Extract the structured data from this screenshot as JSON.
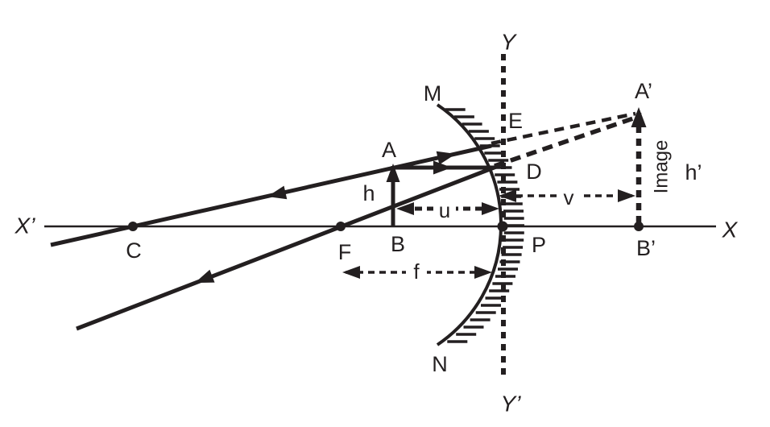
{
  "colors": {
    "ink": "#231f20",
    "background": "#ffffff"
  },
  "labels": {
    "axis_x_left": "X’",
    "axis_x_right": "X",
    "axis_y_top": "Y",
    "axis_y_bottom": "Y’",
    "mirror_top": "M",
    "mirror_bottom": "N",
    "pole": "P",
    "focus": "F",
    "curvature_center": "C",
    "object_tip": "A",
    "object_base": "B",
    "object_height": "h",
    "image_tip": "A’",
    "image_base": "B’",
    "image_height": "h’",
    "image_caption": "Image",
    "incidence_point_upper": "E",
    "incidence_point_mid": "D",
    "object_distance": "u",
    "image_distance": "v",
    "focal_length": "f"
  }
}
